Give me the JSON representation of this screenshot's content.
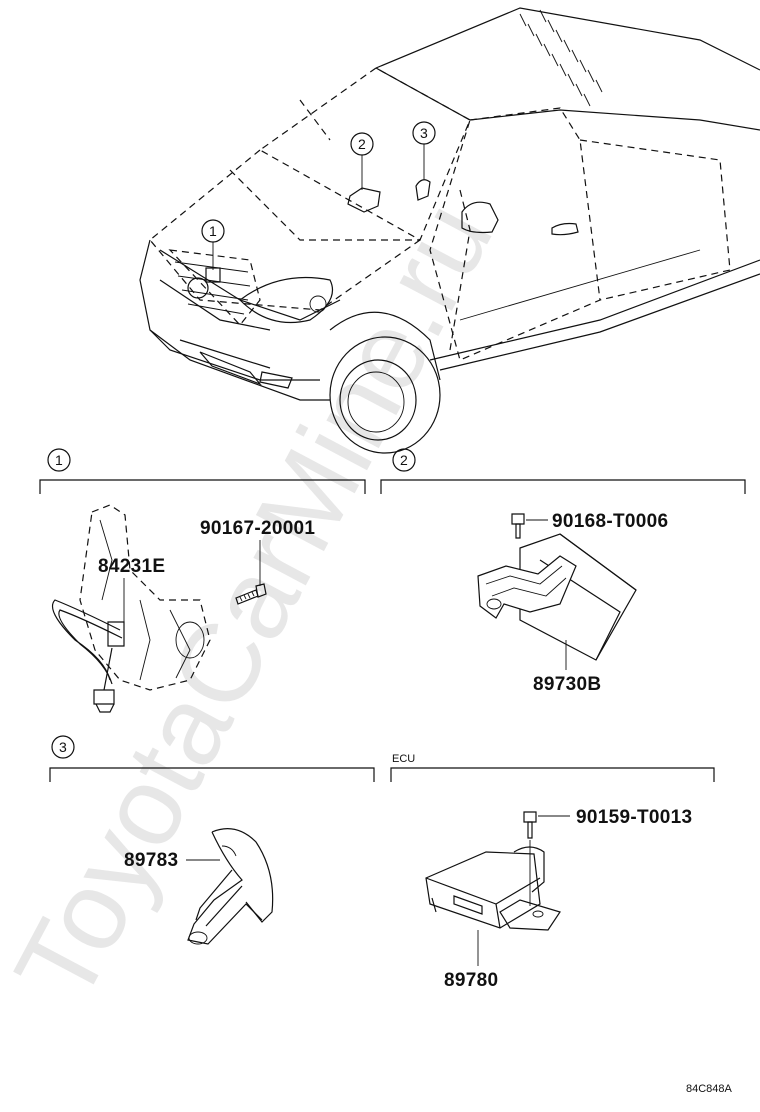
{
  "callouts": {
    "c1": "1",
    "c2": "2",
    "c3": "3"
  },
  "sections": {
    "s1": {
      "number": "1",
      "parts": [
        "84231E",
        "90167-20001"
      ]
    },
    "s2": {
      "number": "2",
      "parts": [
        "90168-T0006",
        "89730B"
      ]
    },
    "s3": {
      "number": "3",
      "parts": [
        "89783"
      ]
    },
    "s4": {
      "title": "ECU",
      "parts": [
        "90159-T0013",
        "89780"
      ]
    }
  },
  "diagram_code": "84C848A",
  "watermark": "ToyotaCarMine.ru"
}
